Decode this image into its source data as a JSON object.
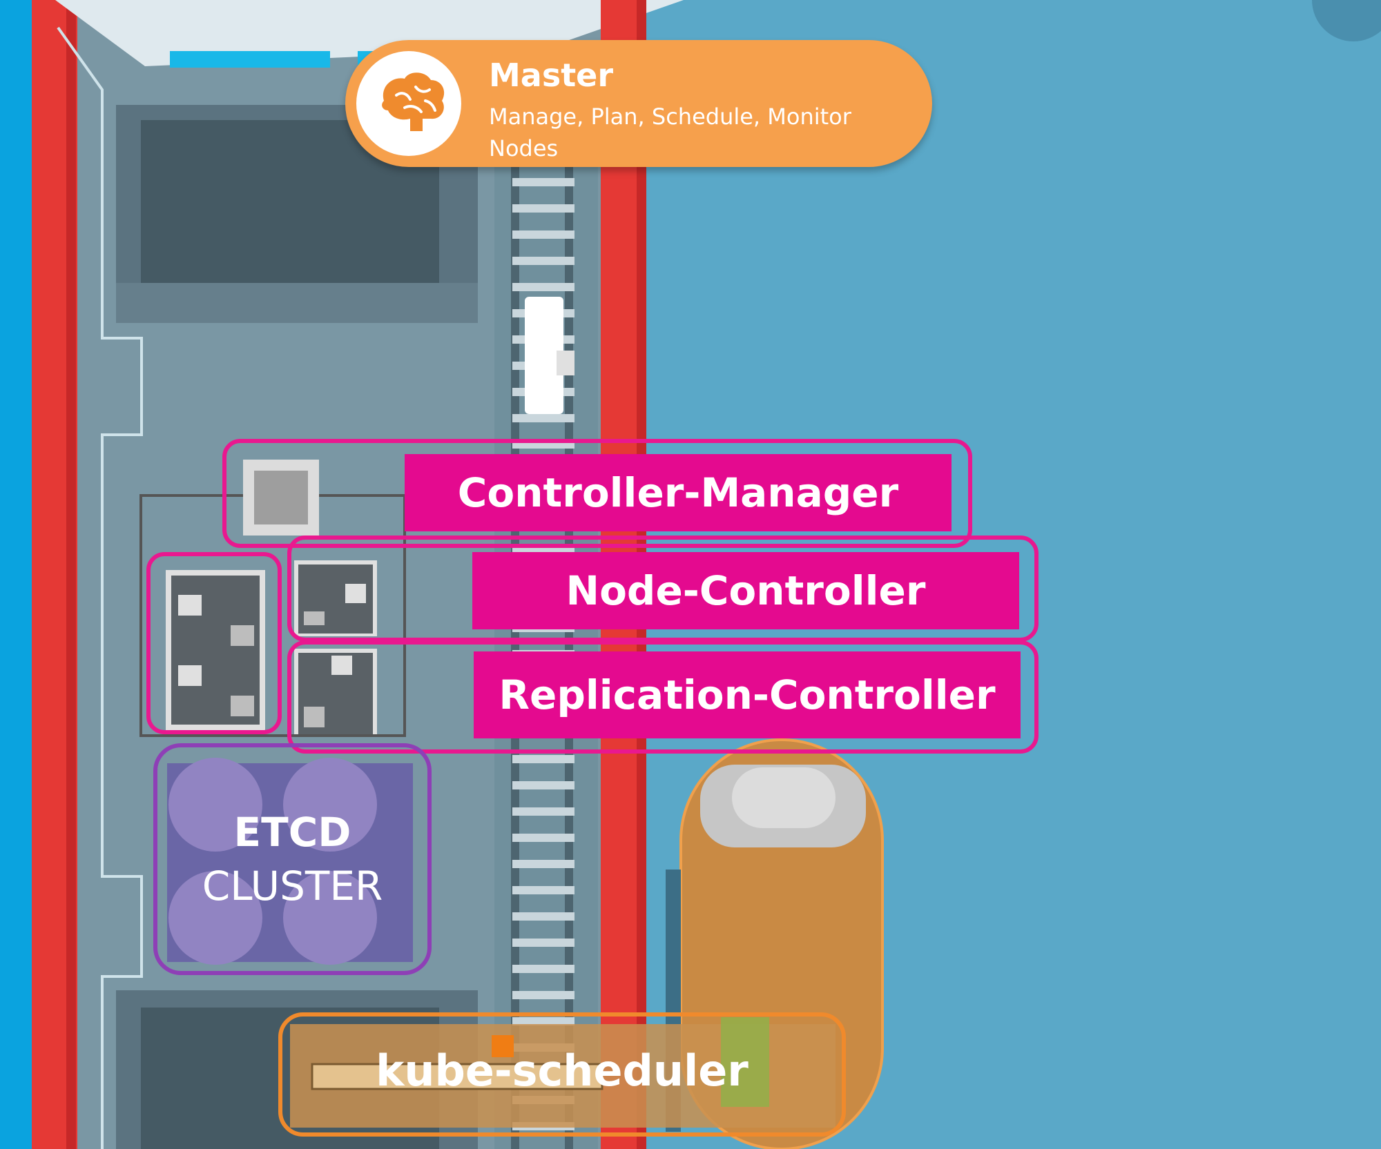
{
  "master": {
    "title": "Master",
    "subtitle": "Manage, Plan, Schedule, Monitor Nodes",
    "icon": "brain-icon",
    "color": "#f6a04c"
  },
  "components": {
    "controller_manager": "Controller-Manager",
    "node_controller": "Node-Controller",
    "replication_controller": "Replication-Controller",
    "etcd_title": "ETCD",
    "etcd_subtitle": "CLUSTER",
    "scheduler": "kube-scheduler"
  },
  "colors": {
    "highlight_pink": "#e40a8f",
    "etcd_purple": "#8e3fb6",
    "scheduler_orange": "#f08a2c",
    "water_blue": "#5aa8c8",
    "ship_grey": "#7a97a4",
    "rail_red": "#e53935"
  }
}
